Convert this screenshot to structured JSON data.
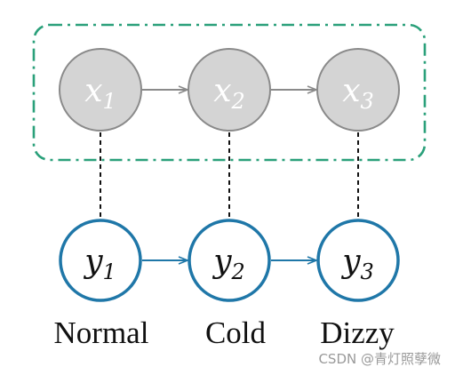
{
  "colors": {
    "hidden_fill": "#d4d4d4",
    "hidden_stroke": "#8a8a8a",
    "hidden_text": "#ffffff",
    "observed_stroke": "#1f77a8",
    "group_border": "#2aa07a",
    "dashed_link": "#111111"
  },
  "hidden_states": [
    {
      "base": "x",
      "sub": "1"
    },
    {
      "base": "x",
      "sub": "2"
    },
    {
      "base": "x",
      "sub": "3"
    }
  ],
  "observed_states": [
    {
      "base": "y",
      "sub": "1"
    },
    {
      "base": "y",
      "sub": "2"
    },
    {
      "base": "y",
      "sub": "3"
    }
  ],
  "state_names": [
    "Normal",
    "Cold",
    "Dizzy"
  ],
  "watermark": "CSDN @青灯照孽微"
}
